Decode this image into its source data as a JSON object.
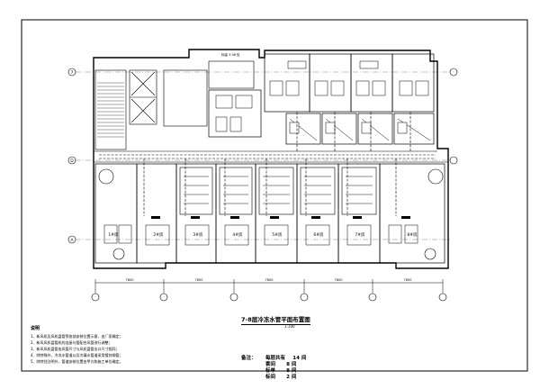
{
  "drawing": {
    "title": "7-8层冷冻水管平面布置图",
    "scale": "1:100",
    "floor_note": "标高 3.58 处",
    "axis_labels_left": [
      "7",
      "D",
      "A"
    ],
    "room_labels": [
      "1#房",
      "2#房",
      "3#房",
      "4#房",
      "5#房",
      "6#房",
      "7#房",
      "8#房"
    ],
    "dimensions": [
      "7800",
      "7800",
      "7800",
      "7800",
      "7800"
    ]
  },
  "notes": {
    "title": "说明",
    "items": [
      "1、新风机及风机盘管等各部安装位置示意，由厂家确定；",
      "2、新风风机盘管机的连接与管配合风管进行调整；",
      "3、新风风机盘管由风管尺寸与风机盘管出口尺寸相同；",
      "4、除特殊外，冷冻水管道以及冷凝水管道采用镀锌钢管；",
      "5、除特别注明外，管道安装位置由甲方和施工单位确定。"
    ]
  },
  "statistics": {
    "label": "备注：",
    "rows": [
      {
        "name": "每层共有",
        "count": "14",
        "unit": "间"
      },
      {
        "name": "套间",
        "count": "8",
        "unit": "间"
      },
      {
        "name": "标单",
        "count": "8",
        "unit": "间"
      },
      {
        "name": "标间",
        "count": "2",
        "unit": "间"
      }
    ]
  }
}
